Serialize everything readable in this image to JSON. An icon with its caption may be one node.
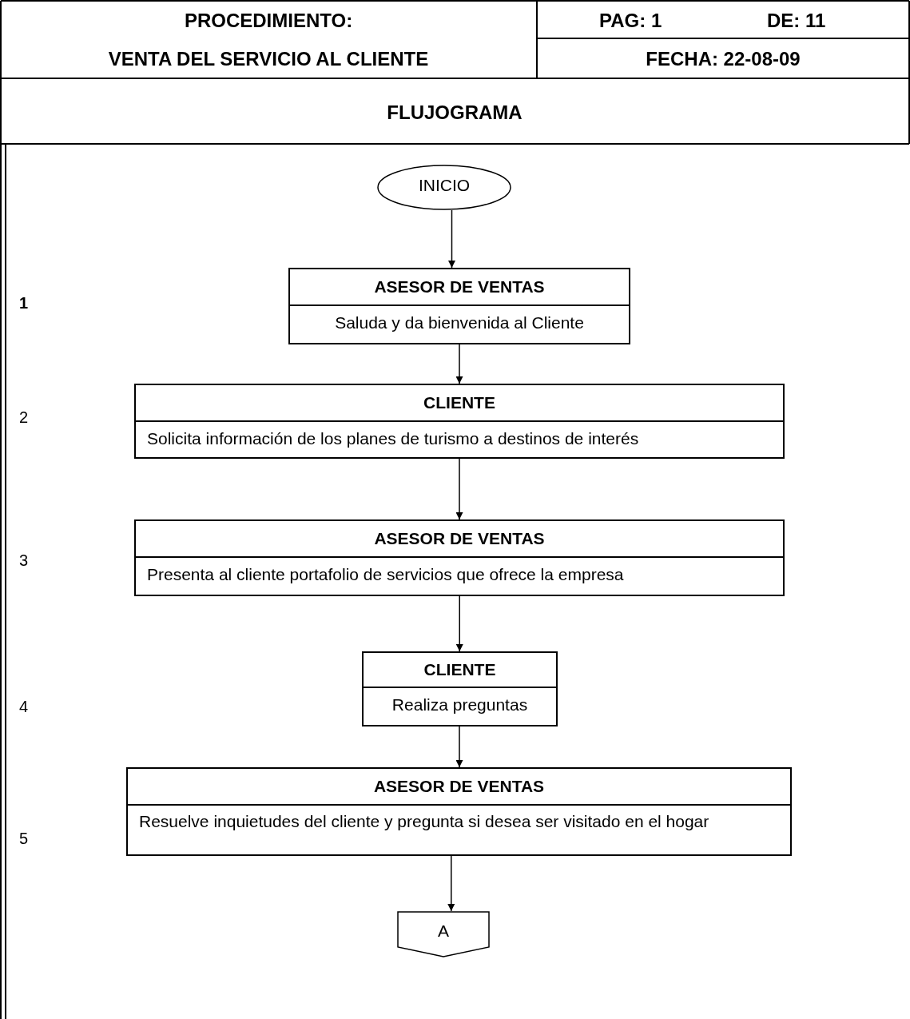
{
  "diagram": {
    "nodes": [
      {
        "text": [
          "INICIO"
        ]
      },
      {
        "text": [
          "ASESOR DE VENTAS",
          "Saluda y da bienvenida al Cliente"
        ]
      },
      {
        "text": [
          "CLIENTE",
          "Solicita información de los planes de turismo a destinos de interés"
        ]
      },
      {
        "text": [
          "ASESOR DE VENTAS",
          "Presenta al cliente portafolio de servicios que ofrece la empresa"
        ]
      },
      {
        "text": [
          "CLIENTE",
          "Realiza preguntas"
        ]
      },
      {
        "text": [
          "ASESOR DE VENTAS",
          "Resuelve inquietudes del cliente y pregunta si desea ser visitado en el hogar"
        ]
      },
      {
        "text": [
          "A"
        ]
      }
    ],
    "edges": [
      {
        "from": 0,
        "to": 1,
        "arrow": "to"
      },
      {
        "from": 1,
        "to": 2,
        "arrow": "to"
      },
      {
        "from": 2,
        "to": 3,
        "arrow": "to"
      },
      {
        "from": 3,
        "to": 4,
        "arrow": "to"
      },
      {
        "from": 4,
        "to": 5,
        "arrow": "to"
      },
      {
        "from": 5,
        "to": 6,
        "arrow": "to"
      }
    ],
    "labels": [
      "PROCEDIMIENTO:",
      "VENTA DEL SERVICIO AL CLIENTE",
      "PAG: 1",
      "DE: 11",
      "FECHA: 22-08-09",
      "FLUJOGRAMA",
      "1",
      "2",
      "3",
      "4",
      "5"
    ]
  }
}
